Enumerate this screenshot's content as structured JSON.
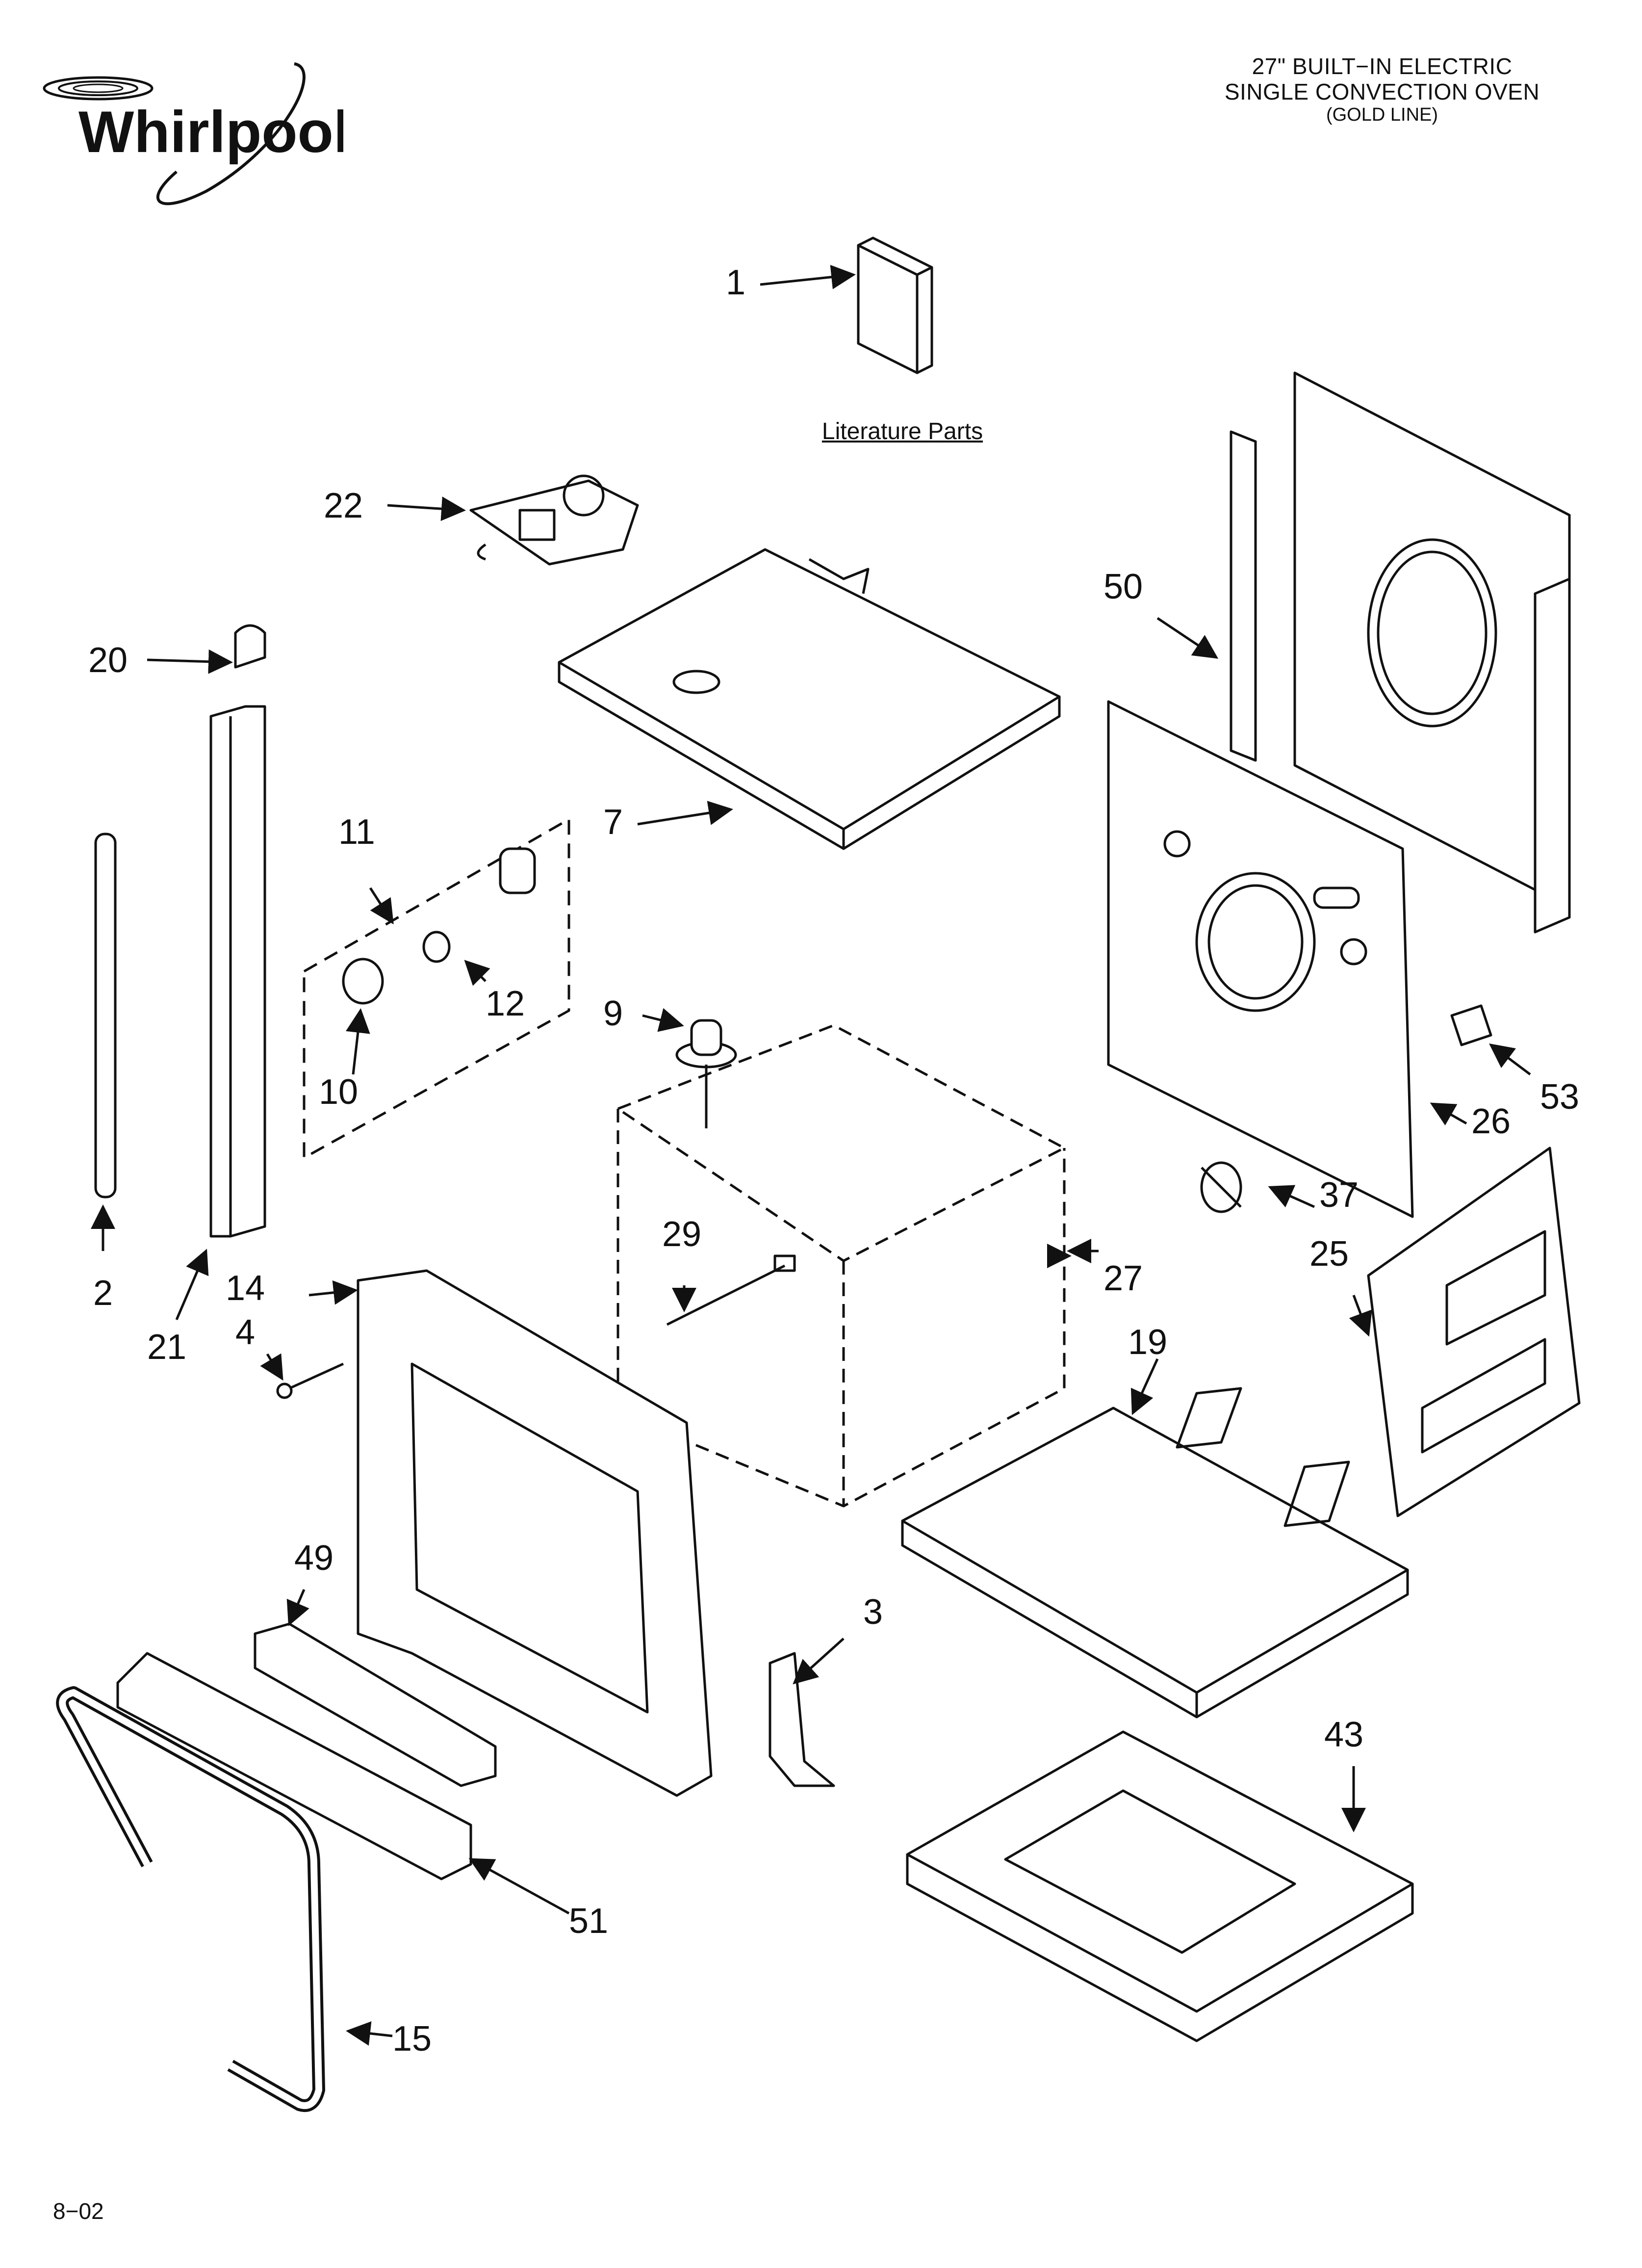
{
  "brand": {
    "logo_text": "Whirlpool"
  },
  "header": {
    "line1": "27\" BUILT−IN ELECTRIC",
    "line2": "SINGLE CONVECTION OVEN",
    "line3": "(GOLD LINE)"
  },
  "literature_label": "Literature Parts",
  "footer": {
    "code": "8−02"
  },
  "callouts": {
    "c1": "1",
    "c2": "2",
    "c3": "3",
    "c4": "4",
    "c7": "7",
    "c9": "9",
    "c10": "10",
    "c11": "11",
    "c12": "12",
    "c14": "14",
    "c15": "15",
    "c19": "19",
    "c20": "20",
    "c21": "21",
    "c22": "22",
    "c25": "25",
    "c26": "26",
    "c27": "27",
    "c29": "29",
    "c37": "37",
    "c43": "43",
    "c49": "49",
    "c50": "50",
    "c51": "51",
    "c53": "53"
  }
}
